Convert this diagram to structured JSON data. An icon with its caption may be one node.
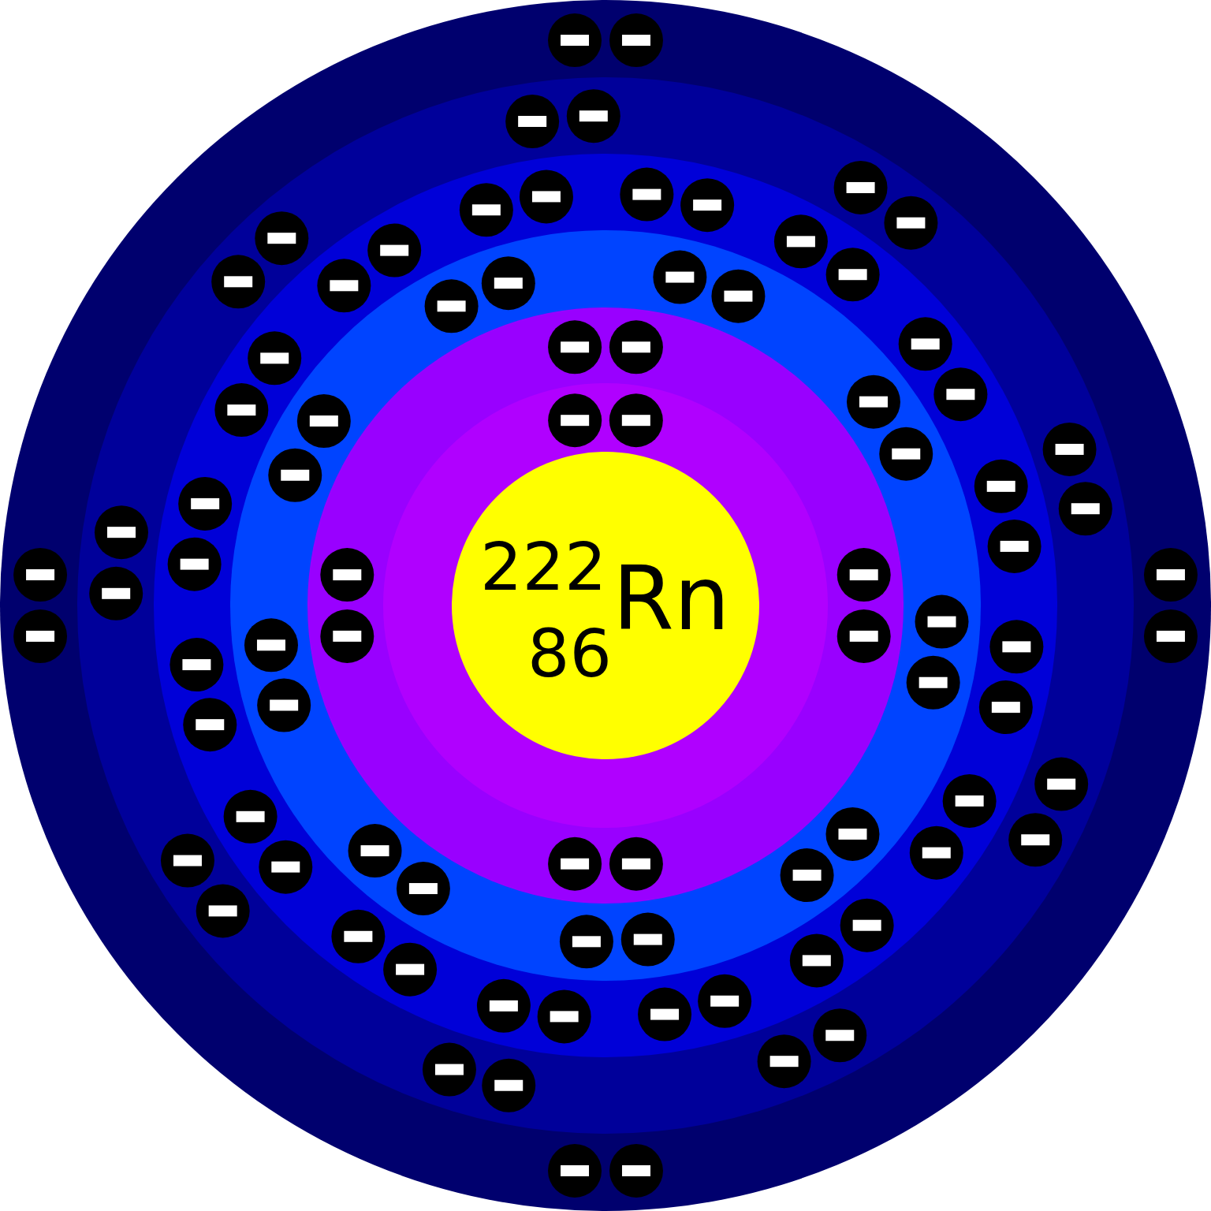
{
  "diagram": {
    "nodes": [
      {
        "text": [
          "222",
          "86",
          "Rn"
        ]
      }
    ]
  }
}
